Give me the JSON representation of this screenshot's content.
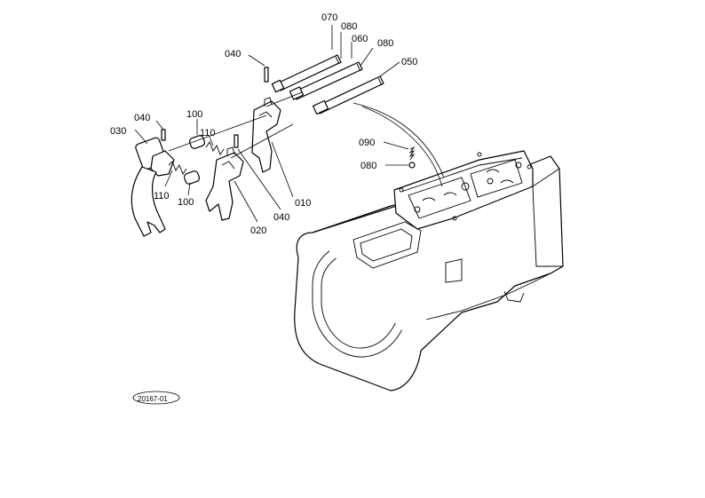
{
  "callouts": {
    "c070": "070",
    "c080a": "080",
    "c060": "060",
    "c080b": "080",
    "c050": "050",
    "c040a": "040",
    "c100a": "100",
    "c040b": "040",
    "c030": "030",
    "c110a": "110",
    "c110b": "110",
    "c100b": "100",
    "c090": "090",
    "c080c": "080",
    "c010": "010",
    "c040c": "040",
    "c020": "020"
  },
  "diagram_code": "20167-01"
}
